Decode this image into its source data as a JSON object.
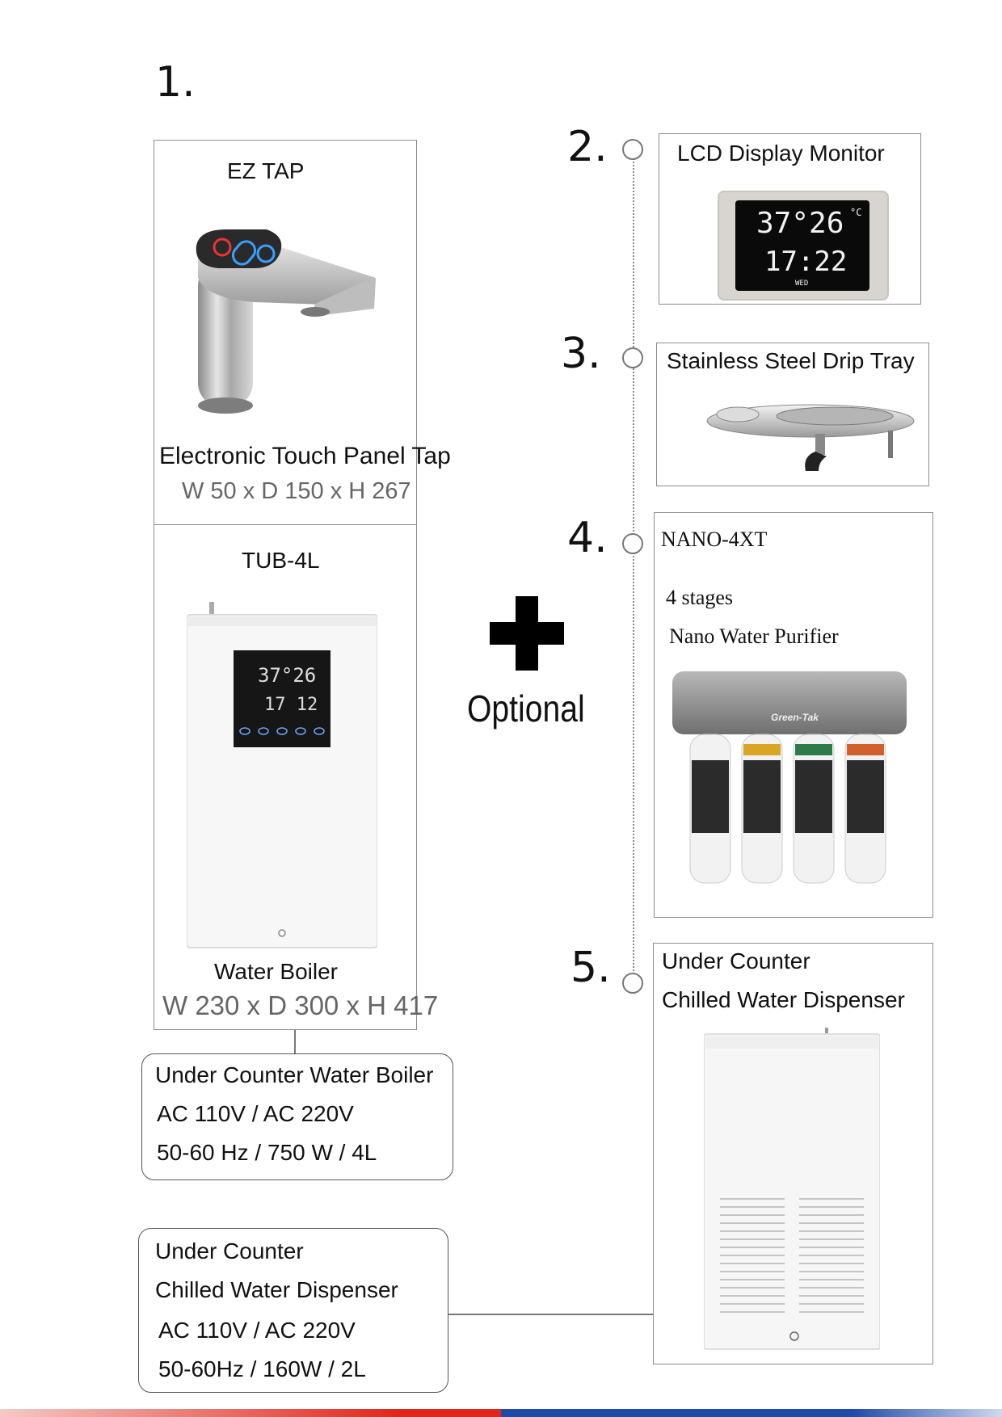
{
  "section1": {
    "number": "1.",
    "ez_tap": {
      "name": "EZ TAP",
      "description": "Electronic Touch Panel Tap",
      "dimensions": "W 50 x D 150 x H 267"
    },
    "boiler": {
      "name": "TUB-4L",
      "description": "Water Boiler",
      "dimensions": "W 230 x D 300 x H 417",
      "screen_temp": "37°26",
      "screen_time": "17 12"
    },
    "boiler_specs": {
      "line1": "Under Counter Water Boiler",
      "line2": "AC 110V / AC 220V",
      "line3": "50-60 Hz / 750 W / 4L"
    },
    "chiller_specs": {
      "line1": "Under Counter",
      "line2": "Chilled Water Dispenser",
      "line3": "AC 110V / AC 220V",
      "line4": "50-60Hz / 160W / 2L"
    }
  },
  "optional_label": "Optional",
  "options": [
    {
      "number": "2.",
      "title": "LCD Display Monitor",
      "lcd_temp": "37°26",
      "lcd_unit": "°C",
      "lcd_time": "17:22",
      "lcd_day": "WED"
    },
    {
      "number": "3.",
      "title": "Stainless Steel Drip Tray"
    },
    {
      "number": "4.",
      "title": "NANO-4XT",
      "line2": "4 stages",
      "line3": "Nano Water Purifier",
      "brand": "Green-Tak"
    },
    {
      "number": "5.",
      "title_line1": "Under Counter",
      "title_line2": "Chilled Water Dispenser"
    }
  ],
  "colors": {
    "border": "#8c8c8c",
    "text": "#111111",
    "dim_text": "#666666",
    "bottom_bar_red": "#e1251b",
    "bottom_bar_blue": "#1f4aa8"
  }
}
